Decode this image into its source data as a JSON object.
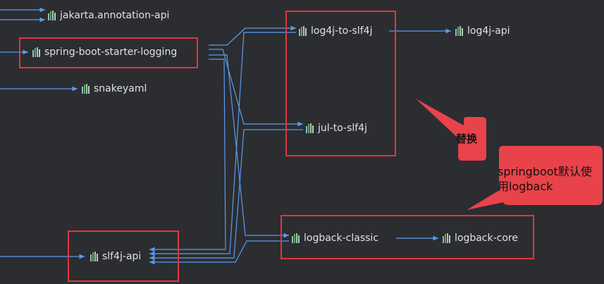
{
  "nodes": {
    "jakarta_annotation_api": "jakarta.annotation-api",
    "spring_boot_starter_logging": "spring-boot-starter-logging",
    "snakeyaml": "snakeyaml",
    "log4j_to_slf4j": "log4j-to-slf4j",
    "log4j_api": "log4j-api",
    "jul_to_slf4j": "jul-to-slf4j",
    "slf4j_api": "slf4j-api",
    "logback_classic": "logback-classic",
    "logback_core": "logback-core"
  },
  "annotations": {
    "replace": "替换",
    "default_line1": "springboot默认使",
    "default_line2": "用logback"
  },
  "colors": {
    "background": "#2b2d30",
    "edge": "#5b9bf0",
    "highlight": "#e0363f",
    "callout": "#e8434a",
    "text": "#dfe1e5"
  }
}
